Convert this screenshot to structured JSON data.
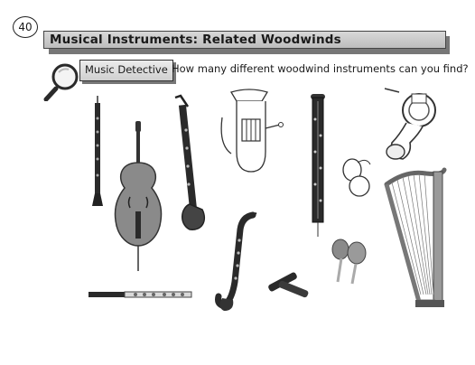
{
  "page": {
    "number": "40"
  },
  "header": {
    "title": "Musical Instruments: Related Woodwinds"
  },
  "prompt": {
    "label": "Music Detective",
    "question": "How many different woodwind instruments can you find?"
  },
  "icons": {
    "magnifier": "magnifying-glass-icon"
  },
  "colors": {
    "title_bar": "#c8c8c8",
    "shadow": "#777777",
    "ink": "#1a1a1a"
  }
}
